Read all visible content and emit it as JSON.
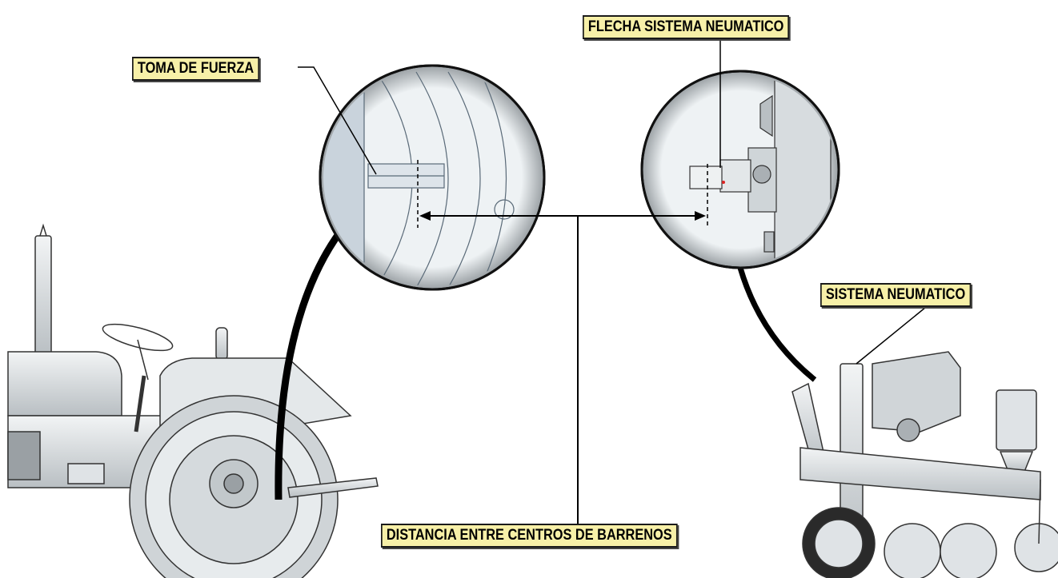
{
  "labels": {
    "toma_de_fuerza": "TOMA DE FUERZA",
    "flecha_sistema_neumatico": "FLECHA SISTEMA NEUMATICO",
    "sistema_neumatico": "SISTEMA NEUMATICO",
    "distancia": "DISTANCIA ENTRE CENTROS DE BARRENOS"
  },
  "colors": {
    "label_fill": "#f7f0a8",
    "outline": "#1a1a1a",
    "metal": "#d9dde0",
    "magnifier_fill": "#eef2f4"
  }
}
